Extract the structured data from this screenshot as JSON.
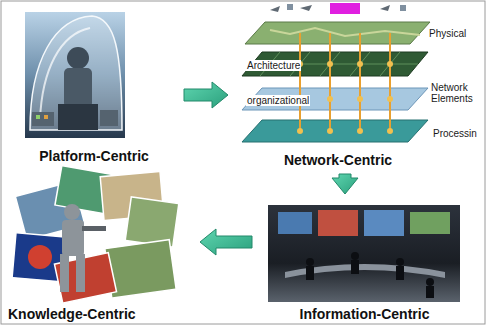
{
  "diagram": {
    "nodes": [
      {
        "text": [
          "Platform-Centric"
        ]
      },
      {
        "text": [
          "Network-Centric"
        ]
      },
      {
        "text": [
          "Knowledge-Centric"
        ]
      },
      {
        "text": [
          "Information-Centric"
        ]
      }
    ],
    "edges": [
      {
        "from": 0,
        "to": 1,
        "arrow": "to"
      },
      {
        "from": 1,
        "to": 3,
        "arrow": "to"
      },
      {
        "from": 3,
        "to": 2,
        "arrow": "to"
      }
    ],
    "labels": [
      "Physical",
      "Architecture",
      "organizational",
      "Network Elements",
      "Processin"
    ]
  }
}
